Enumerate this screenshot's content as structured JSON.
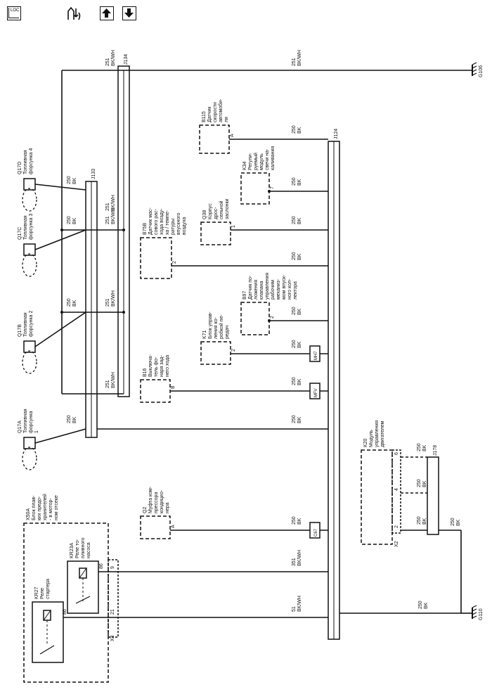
{
  "toolbar": {
    "loc_label": "LOC",
    "icons": [
      "loc-icon",
      "connector-view-icon",
      "arrow-up-icon",
      "arrow-down-icon"
    ]
  },
  "grounds": {
    "top": "G106",
    "bottom": "G110"
  },
  "splices": {
    "j134": "J134",
    "j133": "J133",
    "j124": "J124",
    "j178": "J178"
  },
  "wires": {
    "w251_bkwh": [
      "251",
      "BK/WH"
    ],
    "w250_bk": [
      "250",
      "BK"
    ],
    "w351_bkwh": [
      "351",
      "BK/WH"
    ],
    "w51_bkwh": [
      "51",
      "BK/WH"
    ]
  },
  "inline": {
    "mfv": "MFV",
    "mh7": "MH7",
    "c67": "C67"
  },
  "components": {
    "q17d": {
      "id": "Q17D",
      "lines": [
        "Топливная",
        "форсунка 4"
      ]
    },
    "q17c": {
      "id": "Q17C",
      "lines": [
        "Топливная",
        "форсунка 3"
      ]
    },
    "q17b": {
      "id": "Q17B",
      "lines": [
        "Топливная",
        "форсунка 2"
      ]
    },
    "q17a": {
      "id": "Q17A",
      "lines": [
        "Топливная",
        "форсунка",
        "1"
      ]
    },
    "b115": {
      "id": "B115",
      "lines": [
        "Датчик",
        "скорости",
        "автомоби-",
        "ля"
      ],
      "pin": "A"
    },
    "k34": {
      "id": "K34",
      "lines": [
        "Регули-",
        "руемый",
        "модуль",
        "свечи на-",
        "каливания"
      ],
      "pin": "7"
    },
    "q38": {
      "id": "Q38",
      "lines": [
        "Корпус",
        "дрос-",
        "сельной",
        "заслонки"
      ],
      "pin": "1"
    },
    "b75b": {
      "id": "B75B",
      "lines": [
        "Датчик мас-",
        "сового рас-",
        "хода возду-",
        "ха / темпе-",
        "ратуры",
        "впускного",
        "воздуха"
      ],
      "pin": "2"
    },
    "b97": {
      "id": "B97",
      "lines": [
        "Датчик по-",
        "ложения",
        "клапана",
        "управления",
        "рабочим",
        "механиз-",
        "мом впуск-",
        "ного кол-",
        "лектора"
      ],
      "pin": "2"
    },
    "k71": {
      "id": "K71",
      "lines": [
        "Блок управ-",
        "ления ко-",
        "робкой пе-",
        "редач"
      ],
      "pin": "2"
    },
    "b16": {
      "id": "B16",
      "lines": [
        "Выключа-",
        "тель фо-",
        "наря зад-",
        "него хода"
      ],
      "pin": "B"
    },
    "q2": {
      "id": "Q2",
      "lines": [
        "Муфта ком-",
        "прессора",
        "кондицио-",
        "нера"
      ],
      "pin": "A"
    },
    "k20": {
      "id": "K20",
      "lines": [
        "Модуль",
        "управления",
        "двигателем"
      ],
      "pins": [
        "2",
        "4",
        "6"
      ],
      "conn": "X2"
    },
    "x50a": {
      "id": "X50A",
      "lines": [
        "Блок плав-",
        "ких предо-",
        "хранителей",
        "- в мотор-",
        "ном отсеке"
      ]
    },
    "kr23a": {
      "id": "KR23A",
      "lines": [
        "Реле то-",
        "пливного",
        "насоса"
      ],
      "pin": "86",
      "cavity": "9"
    },
    "kr27": {
      "id": "KR27",
      "lines": [
        "Реле",
        "стартера"
      ],
      "pin": "86",
      "cavity": "21",
      "conn": "X3"
    }
  }
}
